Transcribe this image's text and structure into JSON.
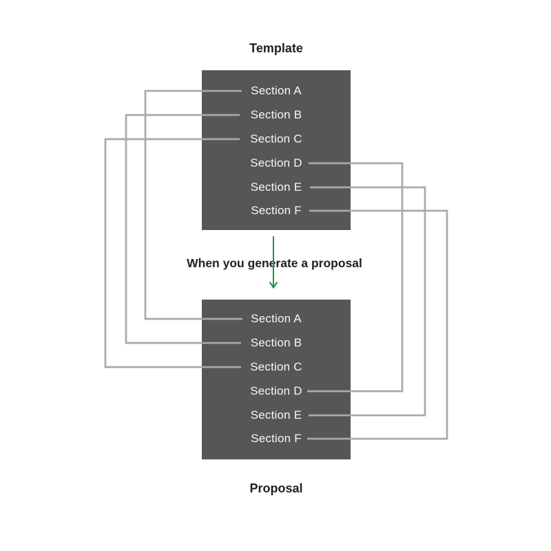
{
  "diagram": {
    "template": {
      "title": "Template",
      "sections": [
        "Section A",
        "Section B",
        "Section C",
        "Section D",
        "Section E",
        "Section F"
      ]
    },
    "proposal": {
      "title": "Proposal",
      "sections": [
        "Section A",
        "Section B",
        "Section C",
        "Section D",
        "Section E",
        "Section F"
      ]
    },
    "transition_label": "When you generate a proposal",
    "connections": [
      {
        "template_section": "Section A",
        "proposal_section": "Section A",
        "side": "left"
      },
      {
        "template_section": "Section B",
        "proposal_section": "Section B",
        "side": "left"
      },
      {
        "template_section": "Section C",
        "proposal_section": "Section C",
        "side": "left"
      },
      {
        "template_section": "Section D",
        "proposal_section": "Section D",
        "side": "right"
      },
      {
        "template_section": "Section E",
        "proposal_section": "Section E",
        "side": "right"
      },
      {
        "template_section": "Section F",
        "proposal_section": "Section F",
        "side": "right"
      }
    ],
    "colors": {
      "box_fill": "#565656",
      "box_text": "#f7f7f7",
      "connector": "#a9a9a9",
      "arrow": "#17924d",
      "label_text": "#212121",
      "background": "#ffffff"
    }
  }
}
